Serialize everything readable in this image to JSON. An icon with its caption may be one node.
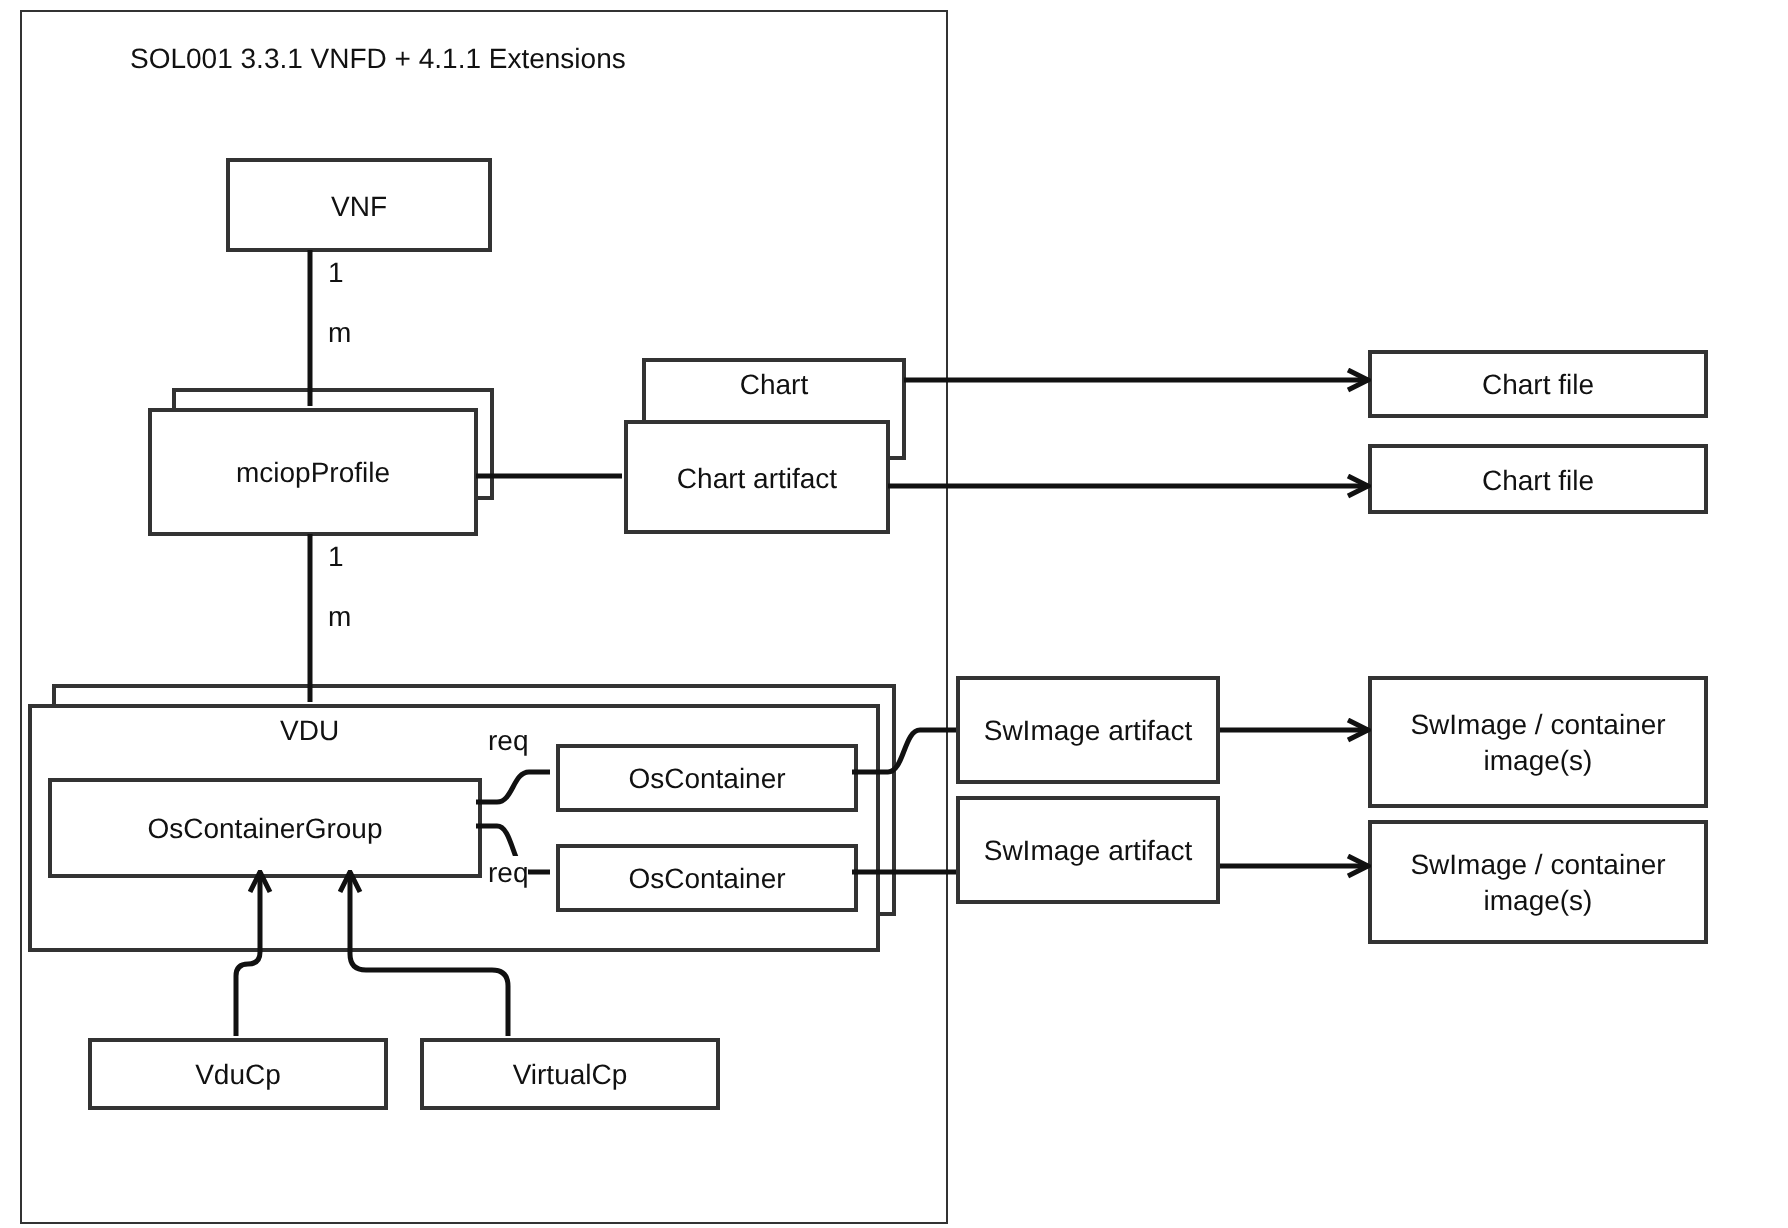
{
  "diagram": {
    "nodes": [
      {
        "text": [
          "SOL001 3.3.1 VNFD + 4.1.1 Extensions"
        ]
      },
      {
        "text": [
          "VNF"
        ],
        "in": 0
      },
      {
        "text": [
          "mciopProfile"
        ],
        "in": 0
      },
      {
        "text": [
          "Chart"
        ],
        "in": 0
      },
      {
        "text": [
          "Chart artifact"
        ],
        "in": 0
      },
      {
        "text": [
          "Chart file"
        ]
      },
      {
        "text": [
          "Chart file"
        ]
      },
      {
        "text": [
          "VDU"
        ],
        "in": 0
      },
      {
        "text": [
          "OsContainerGroup"
        ],
        "in": 7
      },
      {
        "text": [
          "OsContainer"
        ],
        "in": 7
      },
      {
        "text": [
          "OsContainer"
        ],
        "in": 7
      },
      {
        "text": [
          "SwImage artifact"
        ]
      },
      {
        "text": [
          "SwImage artifact"
        ]
      },
      {
        "text": [
          "SwImage / container image(s)"
        ]
      },
      {
        "text": [
          "SwImage / container image(s)"
        ]
      },
      {
        "text": [
          "VduCp"
        ],
        "in": 0
      },
      {
        "text": [
          "VirtualCp"
        ],
        "in": 0
      }
    ],
    "edges": [
      {
        "from": 1,
        "to": 2,
        "arrow": "none"
      },
      {
        "from": 2,
        "to": 7,
        "arrow": "none"
      },
      {
        "from": 2,
        "to": 4,
        "arrow": "none"
      },
      {
        "from": 3,
        "to": 5,
        "arrow": "to"
      },
      {
        "from": 4,
        "to": 6,
        "arrow": "to"
      },
      {
        "from": 8,
        "to": 9,
        "arrow": "none",
        "label": "req"
      },
      {
        "from": 8,
        "to": 10,
        "arrow": "none",
        "label": "req"
      },
      {
        "from": 9,
        "to": 11,
        "arrow": "none"
      },
      {
        "from": 10,
        "to": 12,
        "arrow": "none"
      },
      {
        "from": 11,
        "to": 13,
        "arrow": "to"
      },
      {
        "from": 12,
        "to": 14,
        "arrow": "to"
      },
      {
        "from": 15,
        "to": 8,
        "arrow": "to"
      },
      {
        "from": 16,
        "to": 8,
        "arrow": "to"
      }
    ],
    "labels": [
      "1",
      "m",
      "1",
      "m"
    ]
  }
}
